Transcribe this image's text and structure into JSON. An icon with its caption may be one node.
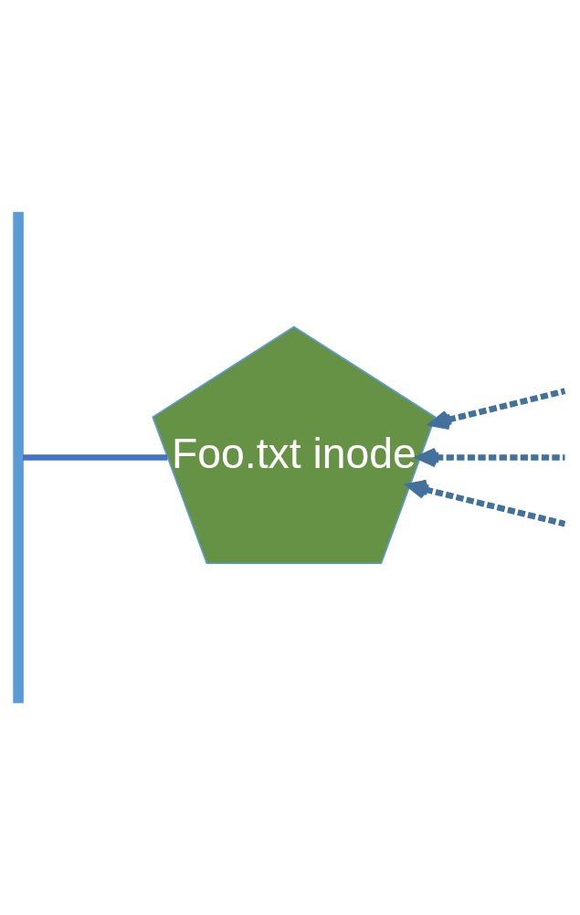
{
  "diagram": {
    "nodes": [
      {
        "text": [],
        "shape": "bar"
      },
      {
        "text": [
          "Foo.txt inode"
        ]
      }
    ],
    "edges": [
      {
        "from": 0,
        "to": 1,
        "arrow": "none",
        "color": "#4472c4"
      },
      {
        "from": null,
        "to": 1,
        "arrow": "to",
        "style": "dashed"
      },
      {
        "from": null,
        "to": 1,
        "arrow": "to",
        "style": "dashed"
      },
      {
        "from": null,
        "to": 1,
        "arrow": "to",
        "style": "dashed"
      }
    ]
  }
}
